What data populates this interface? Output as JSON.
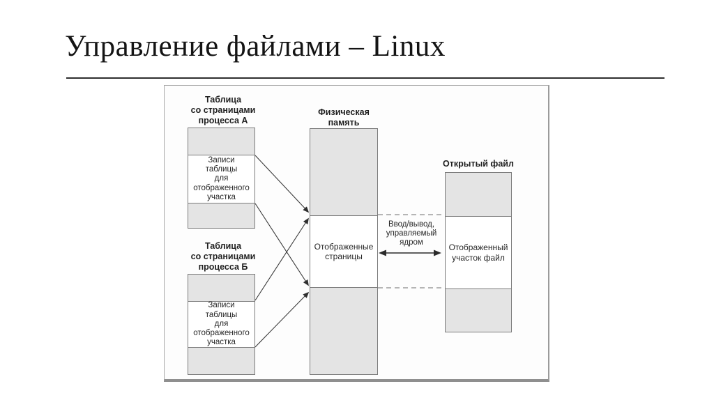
{
  "slide": {
    "title": "Управление файлами – Linux"
  },
  "diagram": {
    "process_a": {
      "label_lines": [
        "Таблица",
        "со страницами",
        "процесса А"
      ],
      "entry_lines": [
        "Записи",
        "таблицы",
        "для",
        "отображенного",
        "участка"
      ]
    },
    "process_b": {
      "label_lines": [
        "Таблица",
        "со страницами",
        "процесса Б"
      ],
      "entry_lines": [
        "Записи",
        "таблицы",
        "для",
        "отображенного",
        "участка"
      ]
    },
    "physical_memory": {
      "label_lines": [
        "Физическая",
        "память"
      ],
      "mapped_lines": [
        "Отображенные",
        "страницы"
      ]
    },
    "open_file": {
      "label": "Открытый файл",
      "mapped_lines": [
        "Отображенный",
        "участок файл"
      ]
    },
    "io": {
      "label_lines": [
        "Ввод/вывод,",
        "управляемый",
        "ядром"
      ]
    },
    "colors": {
      "section_fill": "#e4e4e4",
      "box_border": "#7a7a7a",
      "arrow": "#3a3a3a",
      "dashed_line": "#8a8a8a",
      "title_text": "#141414"
    }
  }
}
